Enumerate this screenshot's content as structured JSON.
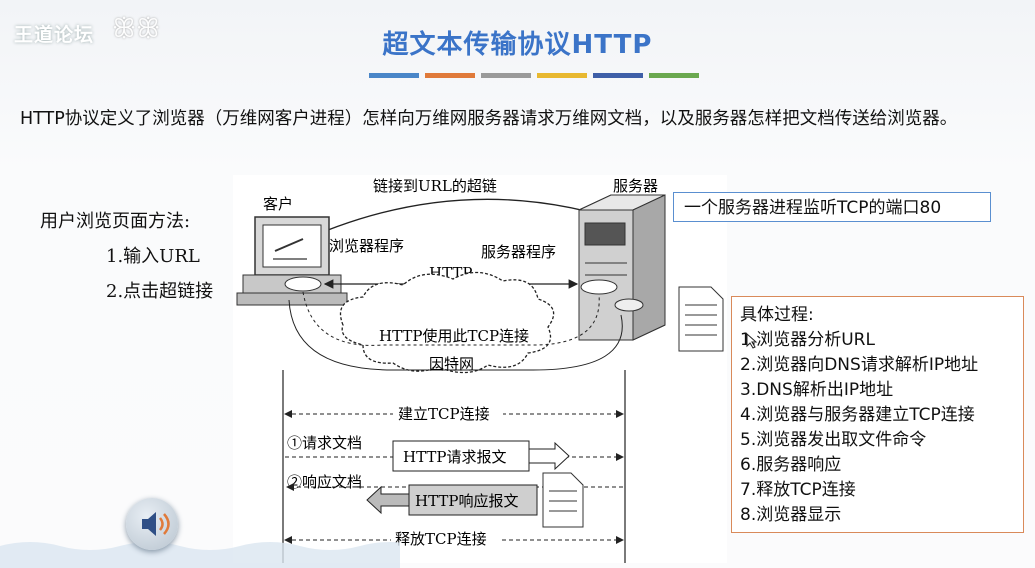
{
  "header": {
    "logo_text": "王道论坛",
    "title": "超文本传输协议HTTP",
    "title_bar_colors": [
      "#4a86c8",
      "#e07a3a",
      "#9a9a9a",
      "#e8b830",
      "#3f5fa8",
      "#6aa84f"
    ]
  },
  "intro": "HTTP协议定义了浏览器（万维网客户进程）怎样向万维网服务器请求万维网文档，以及服务器怎样把文档传送给浏览器。",
  "user_method": {
    "title": "用户浏览页面方法:",
    "items": [
      "1.输入URL",
      "2.点击超链接"
    ]
  },
  "diagram": {
    "link_label": "链接到URL的超链",
    "client_label": "客户",
    "server_label": "服务器",
    "browser_program": "浏览器程序",
    "server_program": "服务器程序",
    "http_label": "HTTP",
    "tcp_usage": "HTTP使用此TCP连接",
    "internet": "因特网",
    "establish_tcp": "建立TCP连接",
    "request_doc": "①请求文档",
    "request_msg": "HTTP请求报文",
    "response_doc": "②响应文档",
    "response_msg": "HTTP响应报文",
    "release_tcp": "释放TCP连接"
  },
  "server_note": "一个服务器进程监听TCP的端口80",
  "steps": {
    "title": "具体过程:",
    "items": [
      "1.浏览器分析URL",
      "2.浏览器向DNS请求解析IP地址",
      "3.DNS解析出IP地址",
      "4.浏览器与服务器建立TCP连接",
      "5.浏览器发出取文件命令",
      "6.服务器响应",
      "7.释放TCP连接",
      "8.浏览器显示"
    ]
  },
  "icons": {
    "speaker": "speaker-icon",
    "cursor": "mouse-cursor-icon"
  }
}
